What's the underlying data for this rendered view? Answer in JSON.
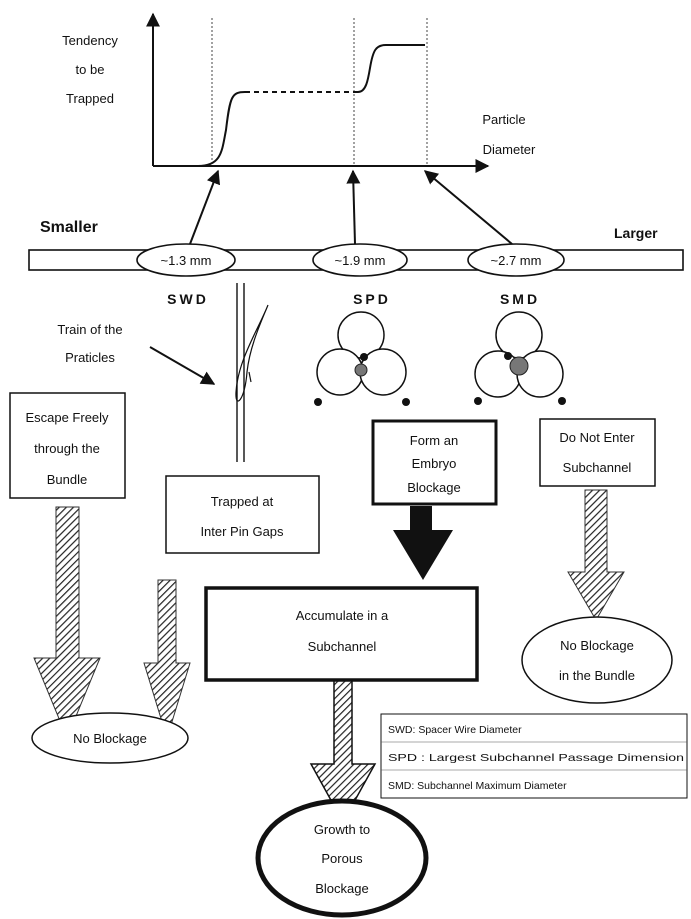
{
  "graph": {
    "y_label": [
      "Tendency",
      "to be",
      "Trapped"
    ],
    "x_label": [
      "Particle",
      "Diameter"
    ]
  },
  "scale": {
    "smaller": "Smaller",
    "larger": "Larger",
    "markers": [
      "~1.3 mm",
      "~1.9 mm",
      "~2.7 mm"
    ],
    "abbrevs": [
      "SWD",
      "SPD",
      "SMD"
    ]
  },
  "train_label": [
    "Train of the",
    "Praticles"
  ],
  "boxes": {
    "escape": [
      "Escape Freely",
      "through the",
      "Bundle"
    ],
    "trapped": [
      "Trapped at",
      "Inter Pin Gaps"
    ],
    "embryo": [
      "Form an",
      "Embryo",
      "Blockage"
    ],
    "not_enter": [
      "Do Not Enter",
      "Subchannel"
    ],
    "accumulate": [
      "Accumulate in a",
      "Subchannel"
    ]
  },
  "outcomes": {
    "no_blockage": "No Blockage",
    "no_blockage_bundle": [
      "No Blockage",
      "in the Bundle"
    ],
    "growth": [
      "Growth to",
      "Porous",
      "Blockage"
    ]
  },
  "legend": [
    "SWD: Spacer Wire Diameter",
    "SPD : Largest Subchannel Passage Dimension",
    "SMD: Subchannel Maximum Diameter"
  ]
}
